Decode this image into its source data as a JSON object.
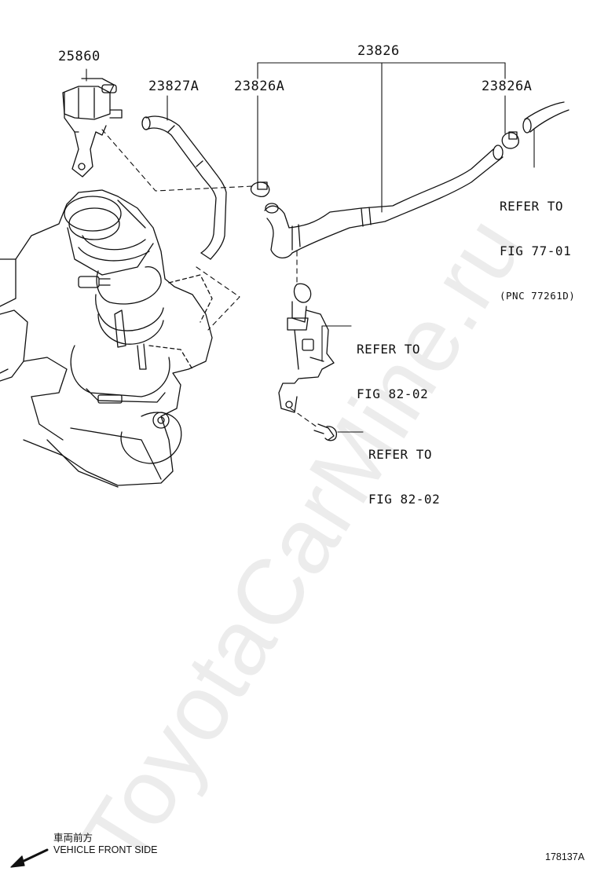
{
  "parts": {
    "p25860": "25860",
    "p23827A": "23827A",
    "p23826": "23826",
    "p23826A_left": "23826A",
    "p23826A_right": "23826A"
  },
  "refs": {
    "ref_77_line1": "REFER TO",
    "ref_77_line2": "FIG 77-01",
    "ref_77_line3": "(PNC 77261D)",
    "ref_82_bracket_line1": "REFER TO",
    "ref_82_bracket_line2": "FIG 82-02",
    "ref_82_bolt_line1": "REFER TO",
    "ref_82_bolt_line2": "FIG 82-02"
  },
  "footer": {
    "jp_label": "車両前方",
    "front_label": "VEHICLE FRONT SIDE",
    "figure_code": "178137A"
  },
  "watermark": "ToyotaCarMine.ru",
  "icons": {
    "front_arrow": "arrow-down-left-icon"
  }
}
